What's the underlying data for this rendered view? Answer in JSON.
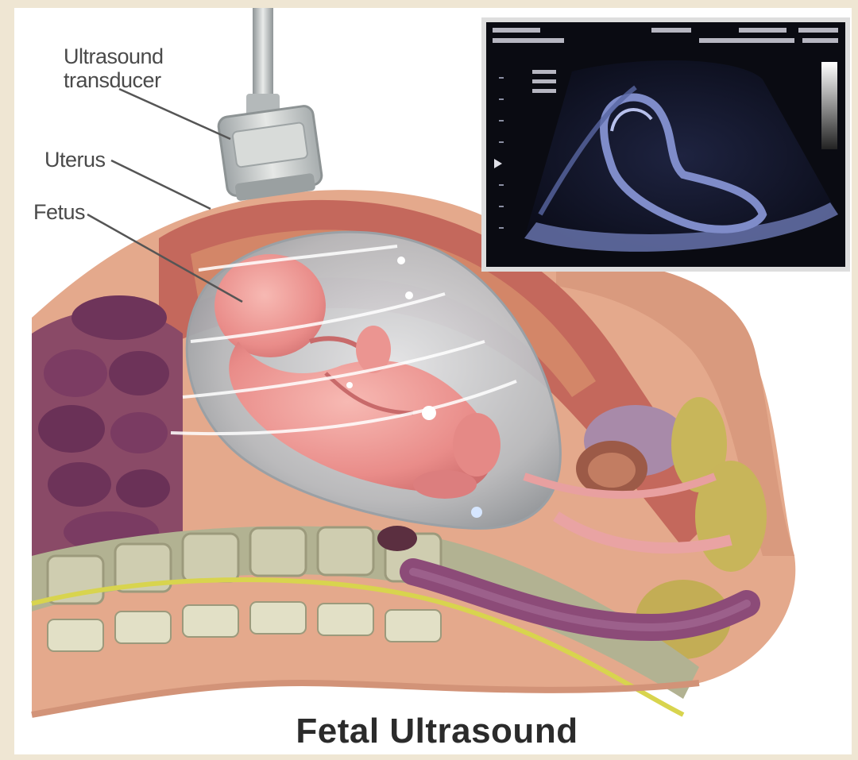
{
  "labels": {
    "transducer_line1": "Ultrasound",
    "transducer_line2": "transducer",
    "uterus": "Uterus",
    "fetus": "Fetus"
  },
  "title": "Fetal Ultrasound",
  "colors": {
    "background": "#efe6d3",
    "panel": "#ffffff",
    "skin": "#e2a385",
    "uterine_wall": "#c2645a",
    "amniotic_sac": "#b9bfc4",
    "fetus": "#f2a2a0",
    "intestine": "#7d3e62",
    "spine": "#c8c6a6",
    "sonogram_bg": "#0b0b12",
    "sonogram_tissue": "#5a6aa8"
  }
}
